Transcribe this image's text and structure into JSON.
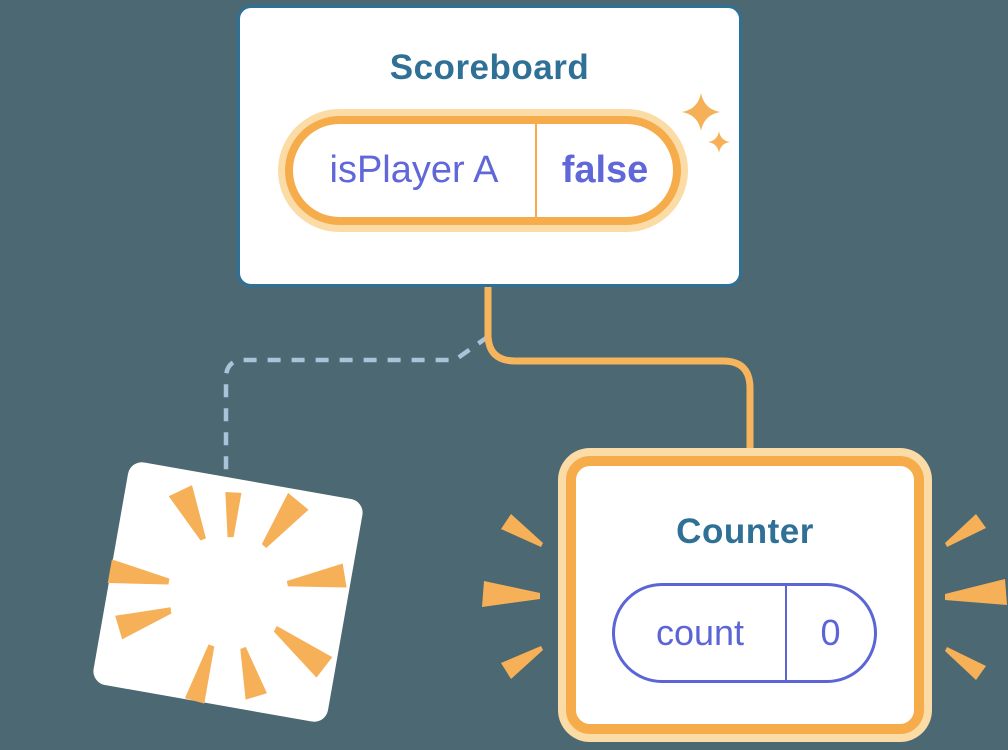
{
  "diagram": {
    "background_color": "#4C6872",
    "scoreboard": {
      "title": "Scoreboard",
      "state": {
        "name": "isPlayer A",
        "value": "false"
      }
    },
    "counter": {
      "title": "Counter",
      "state": {
        "name": "count",
        "value": "0"
      }
    },
    "icons": {
      "sparkle": "sparkle-icon",
      "poof": "poof-burst-icon",
      "highlight": "highlight-burst-icon"
    },
    "colors": {
      "background": "#4C6872",
      "title_blue": "#2F7096",
      "card_border_blue": "#2F7096",
      "state_purple": "#6067D8",
      "counter_pill_purple": "#5B65D6",
      "accent_orange": "#F6AC4B",
      "halo_orange": "#FBDCA6",
      "burst_orange": "#F6B158",
      "connector_orange": "#F6B45C",
      "dashed_connector_blue": "#A9C4DA",
      "card_white": "#FFFFFF"
    }
  }
}
